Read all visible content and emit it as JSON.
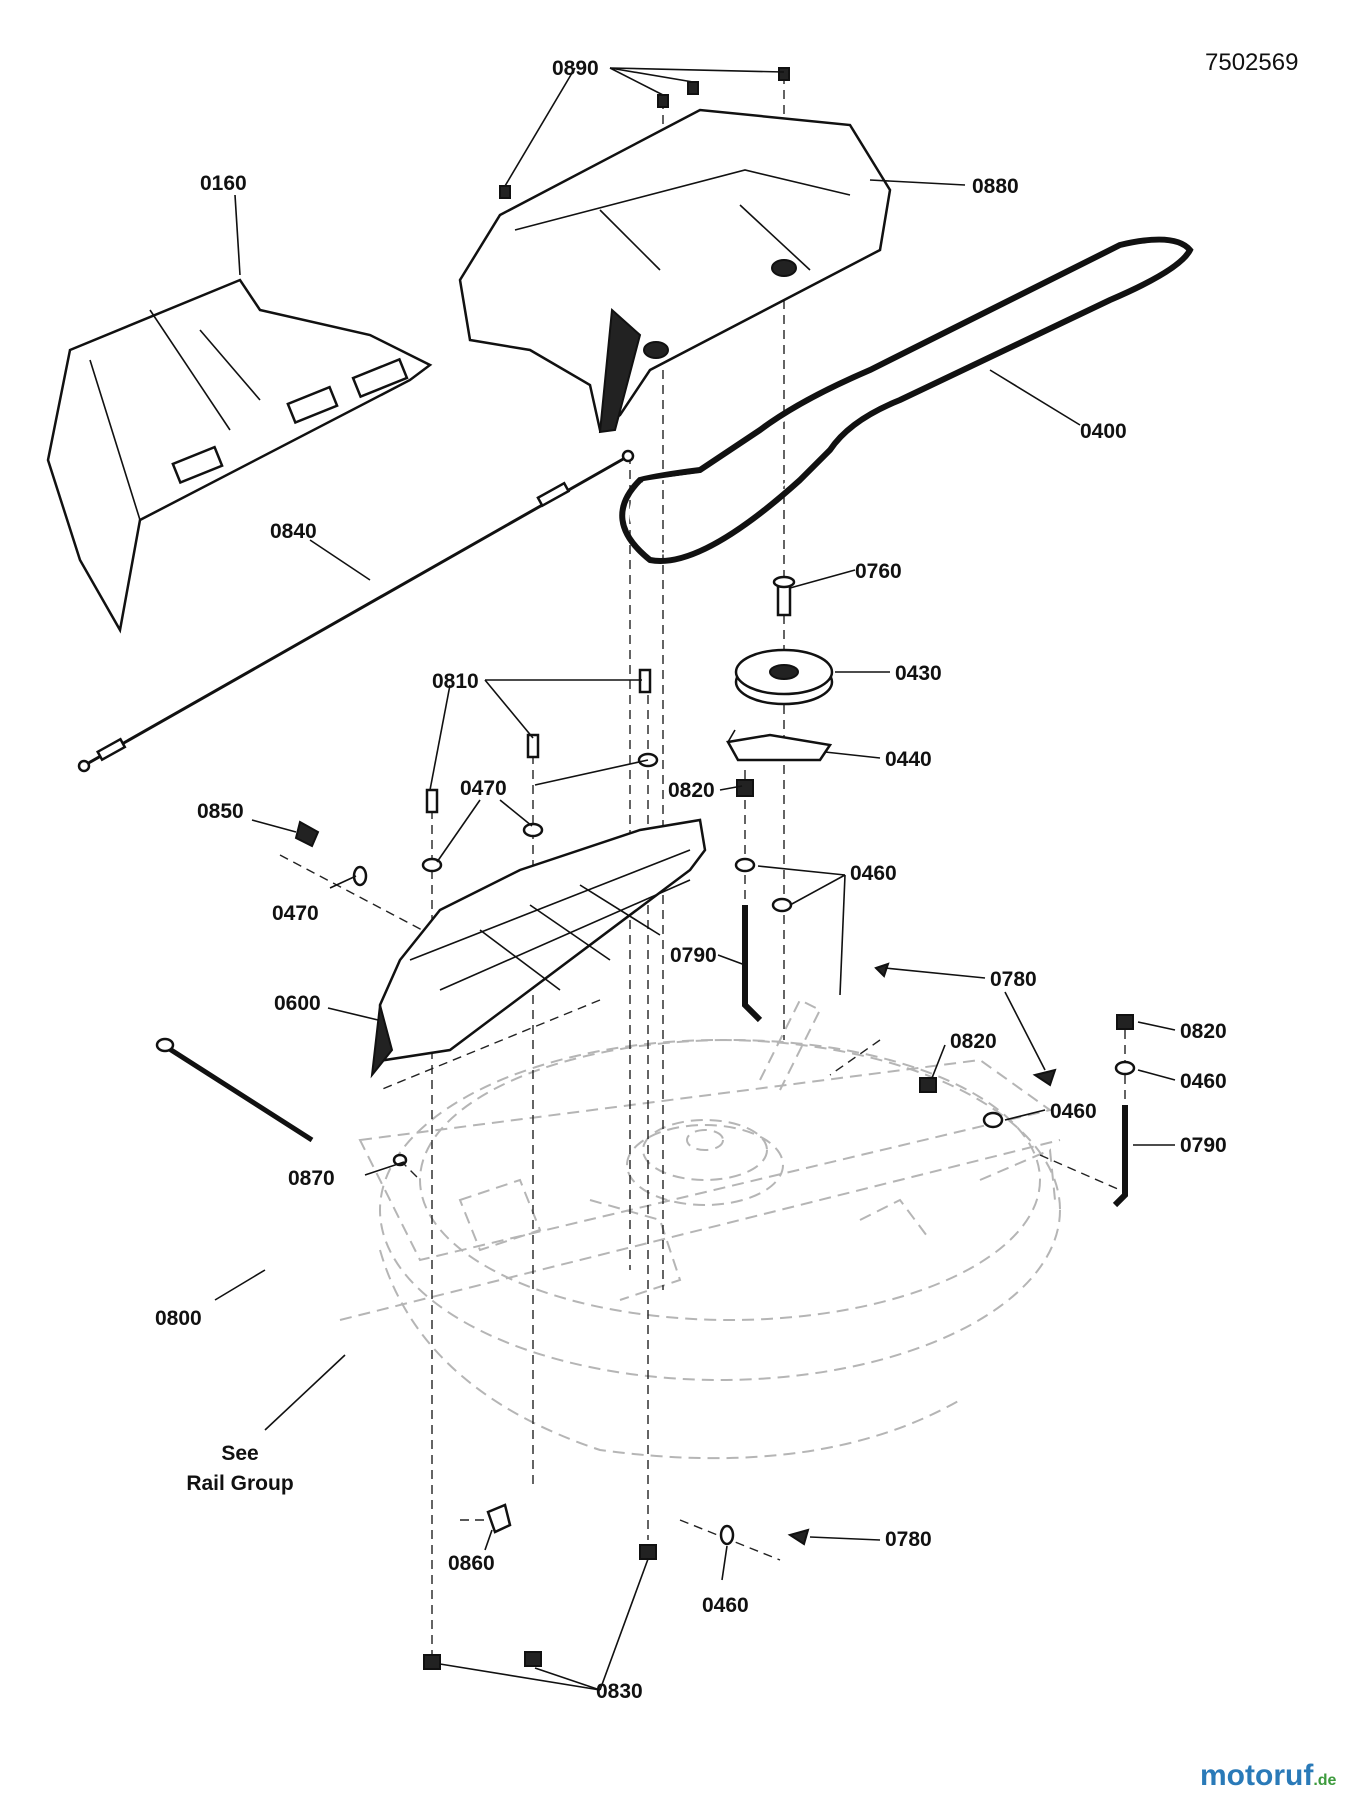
{
  "drawing_number": "7502569",
  "watermark": {
    "text": "motoruf",
    "suffix": ".de",
    "colors": [
      "#2a7ab8",
      "#d93a2b",
      "#f0a81e",
      "#3c9a3c"
    ]
  },
  "note": {
    "line1": "See",
    "line2": "Rail Group"
  },
  "callouts": [
    {
      "key": "c0890",
      "text": "0890"
    },
    {
      "key": "c0880",
      "text": "0880"
    },
    {
      "key": "c0160",
      "text": "0160"
    },
    {
      "key": "c0400",
      "text": "0400"
    },
    {
      "key": "c0840",
      "text": "0840"
    },
    {
      "key": "c0760",
      "text": "0760"
    },
    {
      "key": "c0430",
      "text": "0430"
    },
    {
      "key": "c0810",
      "text": "0810"
    },
    {
      "key": "c0440",
      "text": "0440"
    },
    {
      "key": "c0470a",
      "text": "0470"
    },
    {
      "key": "c0820a",
      "text": "0820"
    },
    {
      "key": "c0850",
      "text": "0850"
    },
    {
      "key": "c0460a",
      "text": "0460"
    },
    {
      "key": "c0470b",
      "text": "0470"
    },
    {
      "key": "c0790a",
      "text": "0790"
    },
    {
      "key": "c0780a",
      "text": "0780"
    },
    {
      "key": "c0600",
      "text": "0600"
    },
    {
      "key": "c0820b",
      "text": "0820"
    },
    {
      "key": "c0820c",
      "text": "0820"
    },
    {
      "key": "c0460b",
      "text": "0460"
    },
    {
      "key": "c0460c",
      "text": "0460"
    },
    {
      "key": "c0790b",
      "text": "0790"
    },
    {
      "key": "c0870",
      "text": "0870"
    },
    {
      "key": "c0800",
      "text": "0800"
    },
    {
      "key": "c0780b",
      "text": "0780"
    },
    {
      "key": "c0860",
      "text": "0860"
    },
    {
      "key": "c0460d",
      "text": "0460"
    },
    {
      "key": "c0830",
      "text": "0830"
    }
  ]
}
